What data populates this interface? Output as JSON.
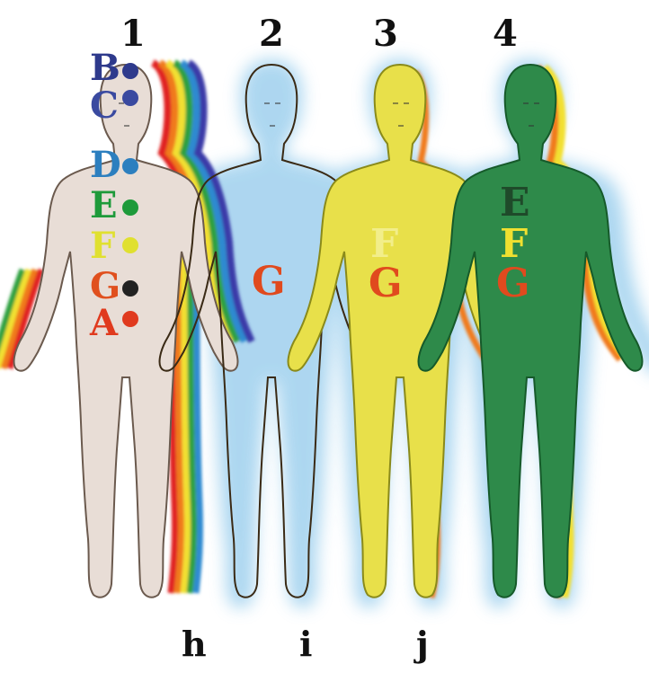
{
  "figures": [
    {
      "number": "1",
      "tone": "#e8ddd6",
      "shade": "#6b5a4e"
    },
    {
      "number": "2",
      "tone": "#c98a3a",
      "shade": "#4a3a25"
    },
    {
      "number": "3",
      "tone": "#e8e04a",
      "shade": "#8a8a1a"
    },
    {
      "number": "4",
      "tone": "#2e8a4a",
      "shade": "#165a2a"
    }
  ],
  "chakras": [
    {
      "letter": "B",
      "color": "#2e3a8c"
    },
    {
      "letter": "C",
      "color": "#3a4aa0"
    },
    {
      "letter": "D",
      "color": "#2c7fbf"
    },
    {
      "letter": "E",
      "color": "#1e9a3a"
    },
    {
      "letter": "F",
      "color": "#e0e030"
    },
    {
      "letter": "G",
      "color": "#e0501e"
    },
    {
      "letter": "A",
      "color": "#e03a1e"
    }
  ],
  "figure2_letters": [
    "G"
  ],
  "figure3_letters": [
    "F",
    "G"
  ],
  "figure4_letters": [
    "E",
    "F",
    "G"
  ],
  "bottom_labels": [
    "h",
    "i",
    "j"
  ],
  "colors": {
    "aura_blue": "#9fd0ee",
    "letter_red": "#e04a1e",
    "letter_yellow": "#f0e030",
    "letter_dark_green": "#1f4a2a",
    "letter_light_yellow": "#f2ee8a"
  }
}
